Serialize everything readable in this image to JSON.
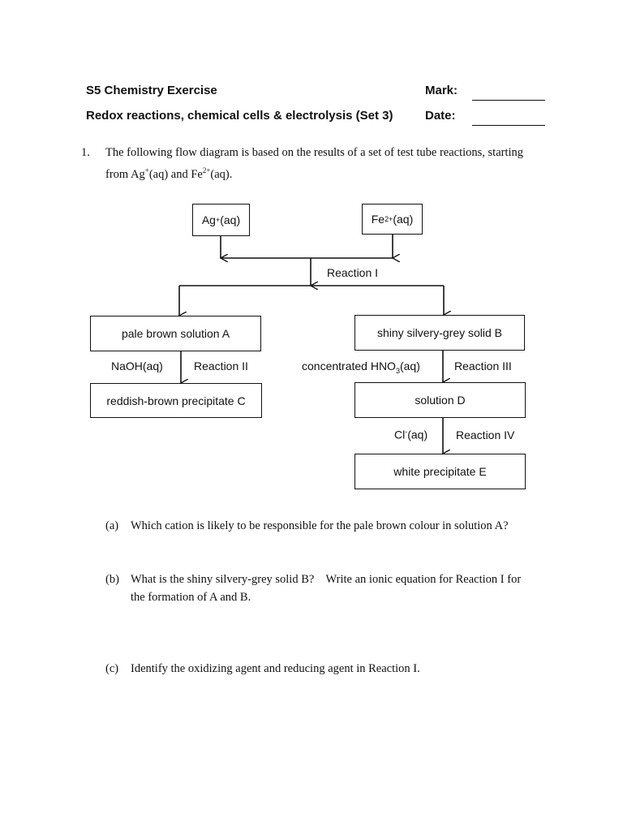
{
  "header": {
    "title": "S5 Chemistry Exercise",
    "subtitle": "Redox reactions, chemical cells & electrolysis (Set 3)",
    "mark_label": "Mark:",
    "date_label": "Date:"
  },
  "question": {
    "number": "1.",
    "text_line1": "The following flow diagram is based on the results of a set of test tube reactions, starting",
    "text_line2_pre": "from Ag",
    "text_line2_sup1": "+",
    "text_line2_mid": "(aq) and Fe",
    "text_line2_sup2": "2+",
    "text_line2_post": "(aq)."
  },
  "diagram": {
    "box_ag_base": "Ag",
    "box_ag_sup": "+",
    "box_ag_post": "(aq)",
    "box_fe_base": "Fe",
    "box_fe_sup": "2+",
    "box_fe_post": "(aq)",
    "reaction1": "Reaction I",
    "box_a": "pale brown solution A",
    "box_b": "shiny silvery-grey solid B",
    "reagent2": "NaOH(aq)",
    "reaction2": "Reaction II",
    "reagent3_pre": "concentrated HNO",
    "reagent3_sub": "3",
    "reagent3_post": "(aq)",
    "reaction3": "Reaction III",
    "box_c": "reddish-brown precipitate C",
    "box_d": "solution D",
    "reagent4_base": "Cl",
    "reagent4_sup": "-",
    "reagent4_post": "(aq)",
    "reaction4": "Reaction IV",
    "box_e": "white precipitate E"
  },
  "parts": [
    {
      "label": "(a)",
      "line1": "Which cation is likely to be responsible for the pale brown colour in solution A?",
      "line2": ""
    },
    {
      "label": "(b)",
      "line1": "What is the shiny silvery-grey solid B?    Write an ionic equation for Reaction I for",
      "line2": "the formation of A and B."
    },
    {
      "label": "(c)",
      "line1": "Identify the oxidizing agent and reducing agent in Reaction I.",
      "line2": ""
    }
  ]
}
